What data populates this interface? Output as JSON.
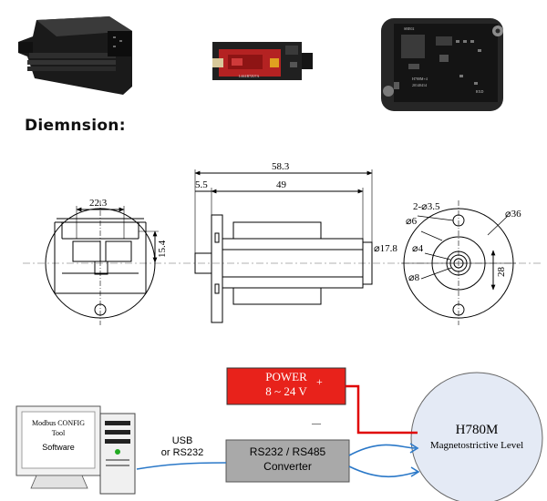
{
  "heading": "Diemnsion:",
  "photos": {
    "board_silkscreen": "L661B7Z07A",
    "module_silkscreen_1": "H780M+4",
    "module_silkscreen_2": "20140414",
    "module_silkscreen_3": "SRE02",
    "module_silkscreen_4": "RXD"
  },
  "dimensions": {
    "front_width": "22.3",
    "front_height": "15.4",
    "side_total": "58.3",
    "side_flange": "5.5",
    "side_body": "49",
    "side_shaft": "⌀17.8",
    "rear_holes": "2-⌀3.5",
    "rear_d36": "⌀36",
    "rear_d6": "⌀6",
    "rear_d4": "⌀4",
    "rear_d8": "⌀8",
    "rear_28": "28"
  },
  "wiring": {
    "power_line1": "POWER",
    "power_line2": "8 ~ 24 V",
    "power_plus": "+",
    "power_minus": "—",
    "converter_line1": "RS232 / RS485",
    "converter_line2": "Converter",
    "usb_line1": "USB",
    "usb_line2": "or RS232",
    "monitor_line1": "Modbus CONFIG",
    "monitor_line2": "Tool",
    "monitor_line3": "Software",
    "sensor_title": "H780M",
    "sensor_subtitle": "Magnetostrictive Level"
  },
  "colors": {
    "power_box": "#e8221b",
    "converter_box": "#a9a9a9",
    "cable": "#2a78c8",
    "power_wire": "#e00000",
    "sensor_fill": "#e4eaf5"
  }
}
